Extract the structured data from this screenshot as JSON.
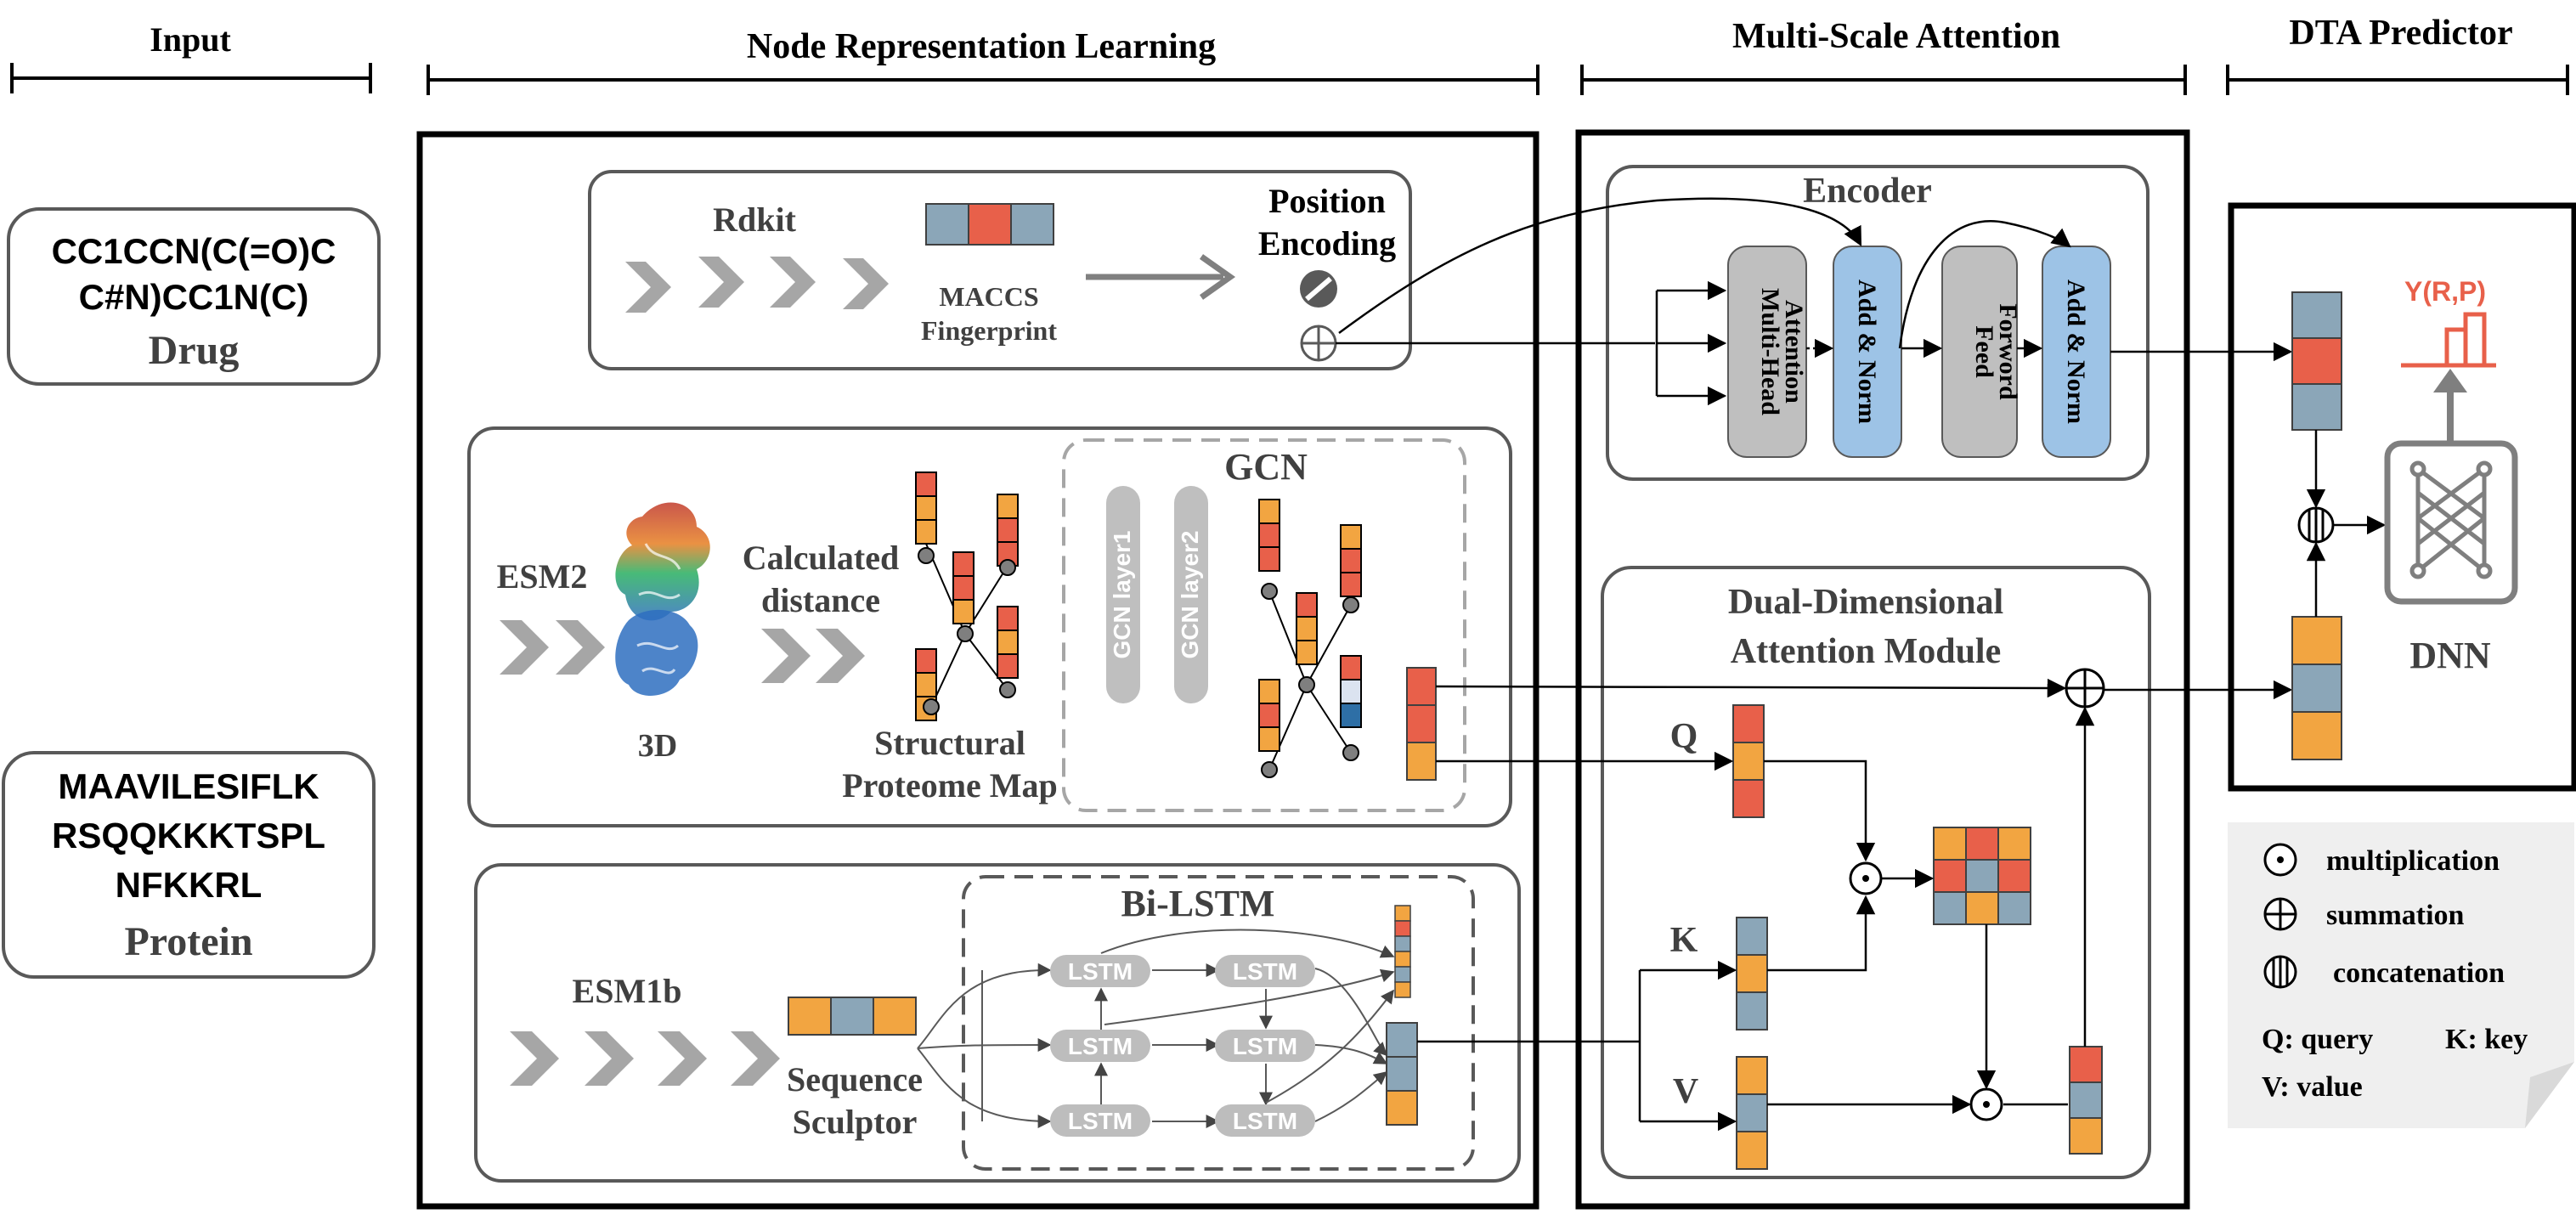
{
  "sections": {
    "input": "Input",
    "node_rep": "Node Representation Learning",
    "msa": "Multi-Scale Attention",
    "dta": "DTA Predictor"
  },
  "drug": {
    "smiles_line1": "CC1CCN(C(=O)C",
    "smiles_line2": "C#N)CC1N(C)",
    "label": "Drug"
  },
  "protein": {
    "seq_line1": "MAAVILESIFLK",
    "seq_line2": "RSQQKKKTSPL",
    "seq_line3": "NFKKRL",
    "label": "Protein"
  },
  "drug_branch": {
    "rdkit": "Rdkit",
    "maccs_line1": "MACCS",
    "maccs_line2": "Fingerprint",
    "pos_line1": "Position",
    "pos_line2": "Encoding"
  },
  "esm2_branch": {
    "esm2": "ESM2",
    "structure_label": "3D",
    "calc_line1": "Calculated",
    "calc_line2": "distance",
    "spm_line1": "Structural",
    "spm_line2": "Proteome Map",
    "gcn_title": "GCN",
    "gcn_layer1": "GCN layer1",
    "gcn_layer2": "GCN layer2"
  },
  "esm1b_branch": {
    "esm1b": "ESM1b",
    "seq_line1": "Sequence",
    "seq_line2": "Sculptor",
    "bilstm_title": "Bi-LSTM",
    "lstm_cell": "LSTM"
  },
  "encoder": {
    "title": "Encoder",
    "mha_line1": "Multi-Head",
    "mha_line2": "Attention",
    "addnorm": "Add & Norm",
    "ff_line1": "Feed",
    "ff_line2": "Forword"
  },
  "dda": {
    "title_line1": "Dual-Dimensional",
    "title_line2": "Attention Module",
    "q": "Q",
    "k": "K",
    "v": "V"
  },
  "predictor": {
    "output": "Y(R,P)",
    "dnn": "DNN"
  },
  "legend": {
    "multiplication": "multiplication",
    "summation": "summation",
    "concatenation": "concatenation",
    "query": "Q: query",
    "key": "K: key",
    "value": "V: value"
  },
  "colors": {
    "orange": "#f2a541",
    "red": "#e8604a",
    "blue_gray": "#8ba6b8",
    "light_blue": "#9dc3e6",
    "gray_block": "#bfbfbf",
    "lstm_gray": "#bdbdbd",
    "chevron": "#a6a6a6",
    "output_red": "#e8604a"
  }
}
